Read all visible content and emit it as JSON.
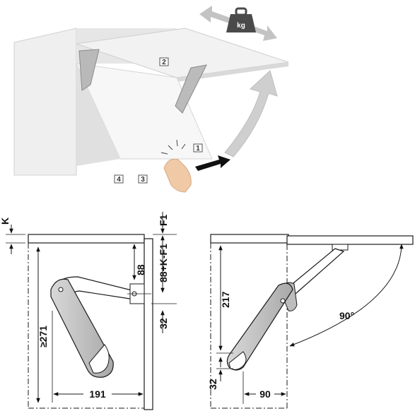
{
  "photo": {
    "weight_icon": "kg",
    "callouts": [
      "1",
      "2",
      "3",
      "4"
    ]
  },
  "left_drawing": {
    "labels": {
      "k": "K",
      "f1": "F1",
      "d88": "88",
      "d88kf1": "88+K-F1",
      "d32": "32",
      "d271": "≥271",
      "d191": "191"
    }
  },
  "right_drawing": {
    "labels": {
      "d217": "217",
      "angle": "90°",
      "d32": "32",
      "d90": "90"
    }
  },
  "colors": {
    "line": "#1a1a1a",
    "cabinet_face": "#ececec",
    "arrow_gray": "#c9c9c9"
  }
}
